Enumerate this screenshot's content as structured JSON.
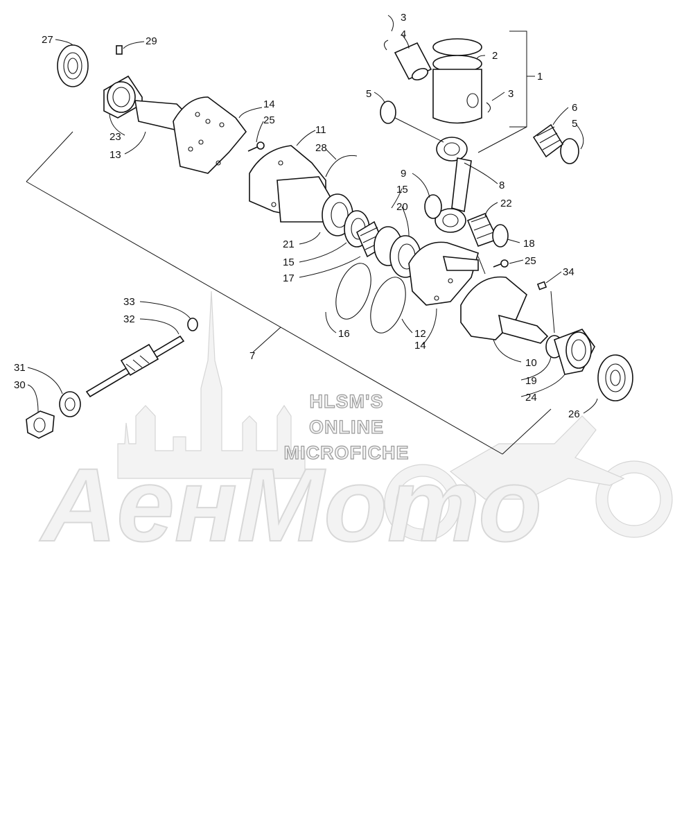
{
  "watermark": {
    "line1": "HLSM'S",
    "line2": "ONLINE",
    "line3": "MICROFICHE",
    "logo_text": "AенMото"
  },
  "callouts": [
    "1",
    "2",
    "3",
    "3",
    "4",
    "5",
    "5",
    "6",
    "7",
    "8",
    "9",
    "10",
    "11",
    "12",
    "13",
    "14",
    "14",
    "15",
    "15",
    "16",
    "17",
    "18",
    "19",
    "20",
    "21",
    "22",
    "23",
    "24",
    "25",
    "25",
    "26",
    "27",
    "28",
    "29",
    "30",
    "31",
    "32",
    "33",
    "34"
  ]
}
